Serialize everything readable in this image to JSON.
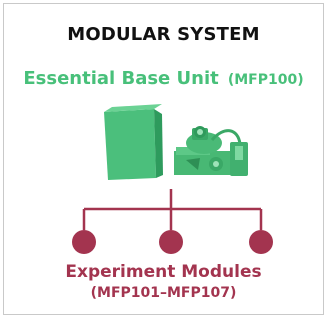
{
  "title": "MODULAR SYSTEM",
  "base_unit": {
    "name": "Essential Base Unit",
    "code": "(MFP100)",
    "color": "#48c07a"
  },
  "modules": {
    "name": "Experiment Modules",
    "code": "(MFP101–MFP107)",
    "color": "#a3344f",
    "count": 3
  },
  "icons": [
    "base-unit-box-icon",
    "base-unit-pump-icon"
  ]
}
